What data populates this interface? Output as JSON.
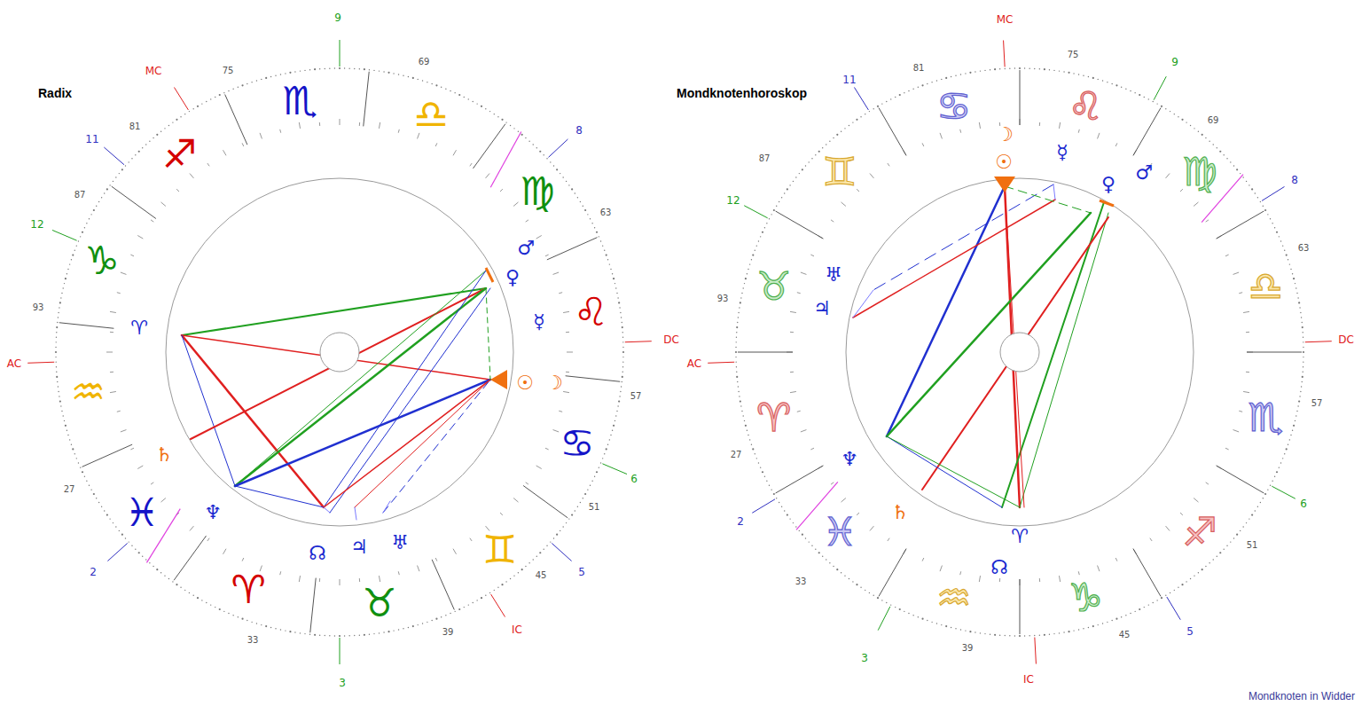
{
  "diagram": {
    "labels": [
      "Radix",
      "Mondknotenhoroskop",
      "MC",
      "AC",
      "DC",
      "IC",
      "2",
      "3",
      "5",
      "6",
      "8",
      "9",
      "11",
      "12",
      "75",
      "69",
      "63",
      "57",
      "51",
      "45",
      "39",
      "33",
      "27",
      "93",
      "87",
      "81",
      "♈",
      "♉",
      "♊",
      "♋",
      "♌",
      "♍",
      "♎",
      "♏",
      "♐",
      "♑",
      "♒",
      "♓",
      "☉",
      "☽",
      "☿",
      "♀",
      "♂",
      "♃",
      "♄",
      "♅",
      "♆",
      "♈",
      "☊",
      "MC",
      "AC",
      "DC",
      "IC",
      "2",
      "3",
      "5",
      "6",
      "8",
      "9",
      "11",
      "12",
      "81",
      "75",
      "69",
      "63",
      "57",
      "51",
      "45",
      "39",
      "33",
      "27",
      "93",
      "87",
      "♈",
      "♉",
      "♊",
      "♋",
      "♌",
      "♍",
      "♎",
      "♏",
      "♐",
      "♑",
      "♒",
      "♓",
      "☉",
      "☽",
      "☿",
      "♀",
      "♂",
      "♃",
      "♄",
      "♅",
      "♆",
      "♈",
      "☊",
      "Mondknoten in Widder"
    ]
  }
}
